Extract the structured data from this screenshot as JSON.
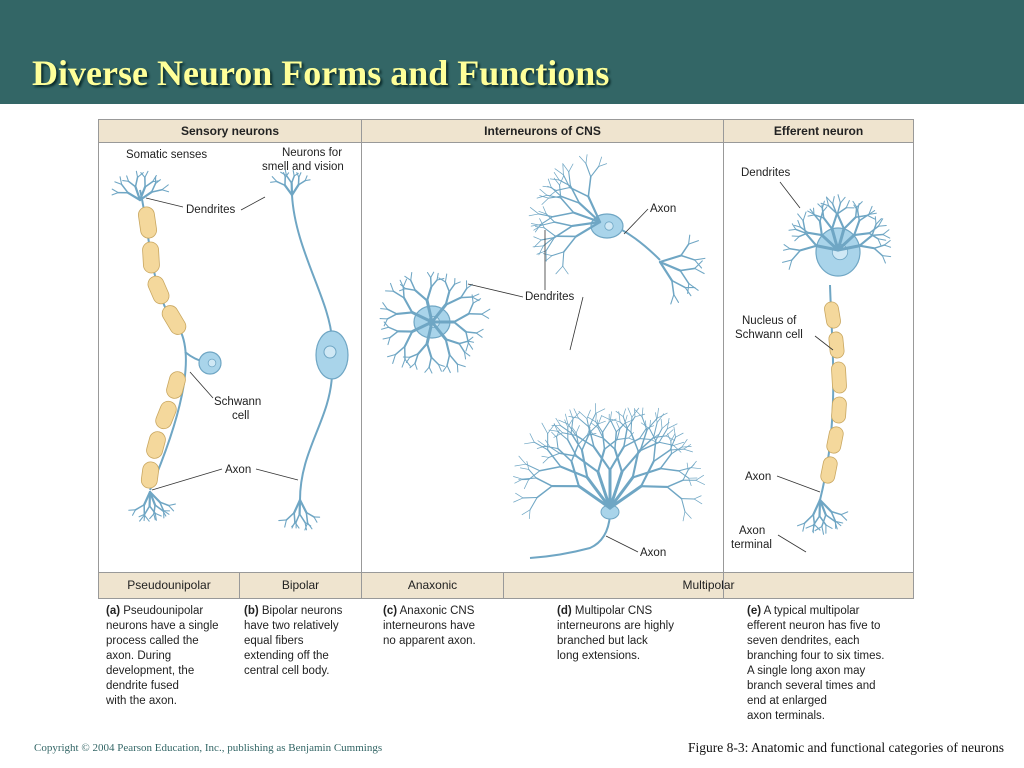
{
  "slide": {
    "title": "Diverse Neuron Forms and Functions",
    "copyright": "Copyright © 2004 Pearson Education, Inc., publishing as Benjamin Cummings",
    "figure_caption": "Figure 8-3: Anatomic and functional categories of neurons"
  },
  "figure": {
    "headers": {
      "sensory": "Sensory neurons",
      "interneurons": "Interneurons of CNS",
      "efferent": "Efferent neuron"
    },
    "footers": {
      "pseudounipolar": "Pseudounipolar",
      "bipolar": "Bipolar",
      "anaxonic": "Anaxonic",
      "multipolar": "Multipolar"
    },
    "labels": {
      "somatic_senses": "Somatic senses",
      "smell_vision_1": "Neurons for",
      "smell_vision_2": "smell and vision",
      "dendrites_a": "Dendrites",
      "schwann_1": "Schwann",
      "schwann_2": "cell",
      "axon_a": "Axon",
      "axon_c": "Axon",
      "dendrites_c": "Dendrites",
      "axon_d": "Axon",
      "dendrites_e": "Dendrites",
      "nucleus_1": "Nucleus of",
      "nucleus_2": "Schwann cell",
      "axon_e": "Axon",
      "terminal_1": "Axon",
      "terminal_2": "terminal"
    },
    "captions": {
      "a_letter": "(a)",
      "a_text_1": " Pseudounipolar",
      "a_text_2": "neurons have a single",
      "a_text_3": "process called the",
      "a_text_4": "axon. During",
      "a_text_5": "development, the",
      "a_text_6": "dendrite fused",
      "a_text_7": "with the axon.",
      "b_letter": "(b)",
      "b_text_1": " Bipolar neurons",
      "b_text_2": "have two relatively",
      "b_text_3": "equal fibers",
      "b_text_4": "extending off the",
      "b_text_5": "central cell body.",
      "c_letter": "(c)",
      "c_text_1": " Anaxonic CNS",
      "c_text_2": "interneurons have",
      "c_text_3": "no apparent axon.",
      "d_letter": "(d)",
      "d_text_1": " Multipolar CNS",
      "d_text_2": "interneurons are highly",
      "d_text_3": "branched but lack",
      "d_text_4": "long extensions.",
      "e_letter": "(e)",
      "e_text_1": " A typical multipolar",
      "e_text_2": "efferent neuron has five to",
      "e_text_3": "seven dendrites, each",
      "e_text_4": "branching four to six times.",
      "e_text_5": "A single long axon may",
      "e_text_6": "branch several times and",
      "e_text_7": "end at enlarged",
      "e_text_8": "axon terminals."
    }
  },
  "colors": {
    "title_bar": "#336666",
    "title_text": "#ffff99",
    "panel_fill": "#efe4cf",
    "neuron_fill": "#a9d4ea",
    "neuron_stroke": "#6fa6c4",
    "schwann_fill": "#f4d89c"
  }
}
